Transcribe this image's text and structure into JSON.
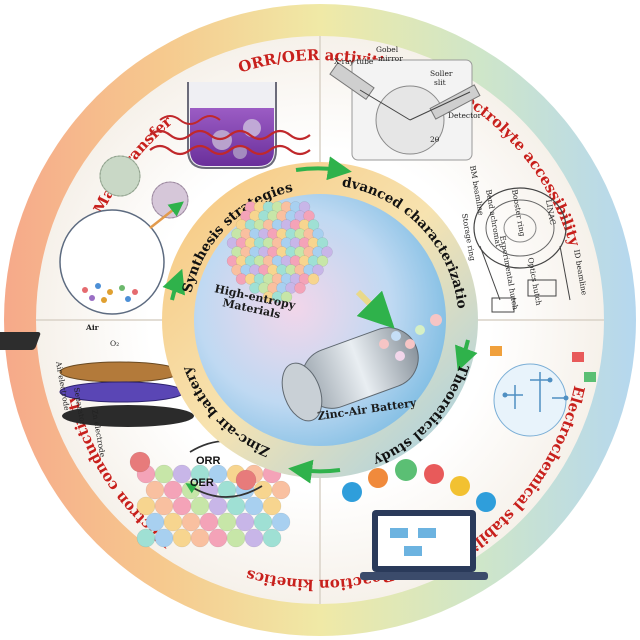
{
  "outer_ring": {
    "orr_oer": "ORR/OER activities",
    "electrolyte": "Electrolyte accessibility",
    "electrochemical": "Electrochemical stability",
    "reaction": "Reaction kinetics",
    "electron": "Electron conductivity",
    "mass": "Mass transfer"
  },
  "inner_ring": {
    "synthesis": "Synthesis strategies",
    "advanced": "Advanced characterization",
    "theoretical": "Theoretical study",
    "zinc_air": "Zinc-air battery"
  },
  "center": {
    "hem_line1": "High-entropy",
    "hem_line2": "Materials",
    "battery": "Zinc-Air Battery"
  },
  "xrd_labels": {
    "xray_tube": "X-ray tube",
    "gobel": "Gobel",
    "mirror": "mirror",
    "soller": "Soller",
    "slit": "slit",
    "detector": "Detector",
    "two_theta": "2θ"
  },
  "sync_labels": {
    "storage_ring": "Storage ring",
    "bm_beamline": "BM beamline",
    "id_beamline": "ID beamline",
    "optics_hutch": "Optics hutch",
    "experimental_hutch": "Experimental hutch",
    "bend_achromat": "Bend achromat",
    "linac": "LINAC",
    "booster": "Booster ring"
  },
  "battery_labels": {
    "air": "Air",
    "o2": "O₂",
    "air_electrode": "Air electrode",
    "separator": "Separator",
    "zn_electrode": "Zn electrode"
  },
  "reaction_labels": {
    "orr": "ORR",
    "oer": "OER"
  },
  "colors": {
    "ring_orange": "#f4a582",
    "ring_yellow": "#f3e8a6",
    "ring_green": "#cfe6bf",
    "ring_blue": "#b9d9ef",
    "inner_orange": "#f6c17a",
    "inner_blue": "#8ec6e6",
    "accent_red": "#c8201c",
    "arrow_green": "#2fb24b"
  }
}
